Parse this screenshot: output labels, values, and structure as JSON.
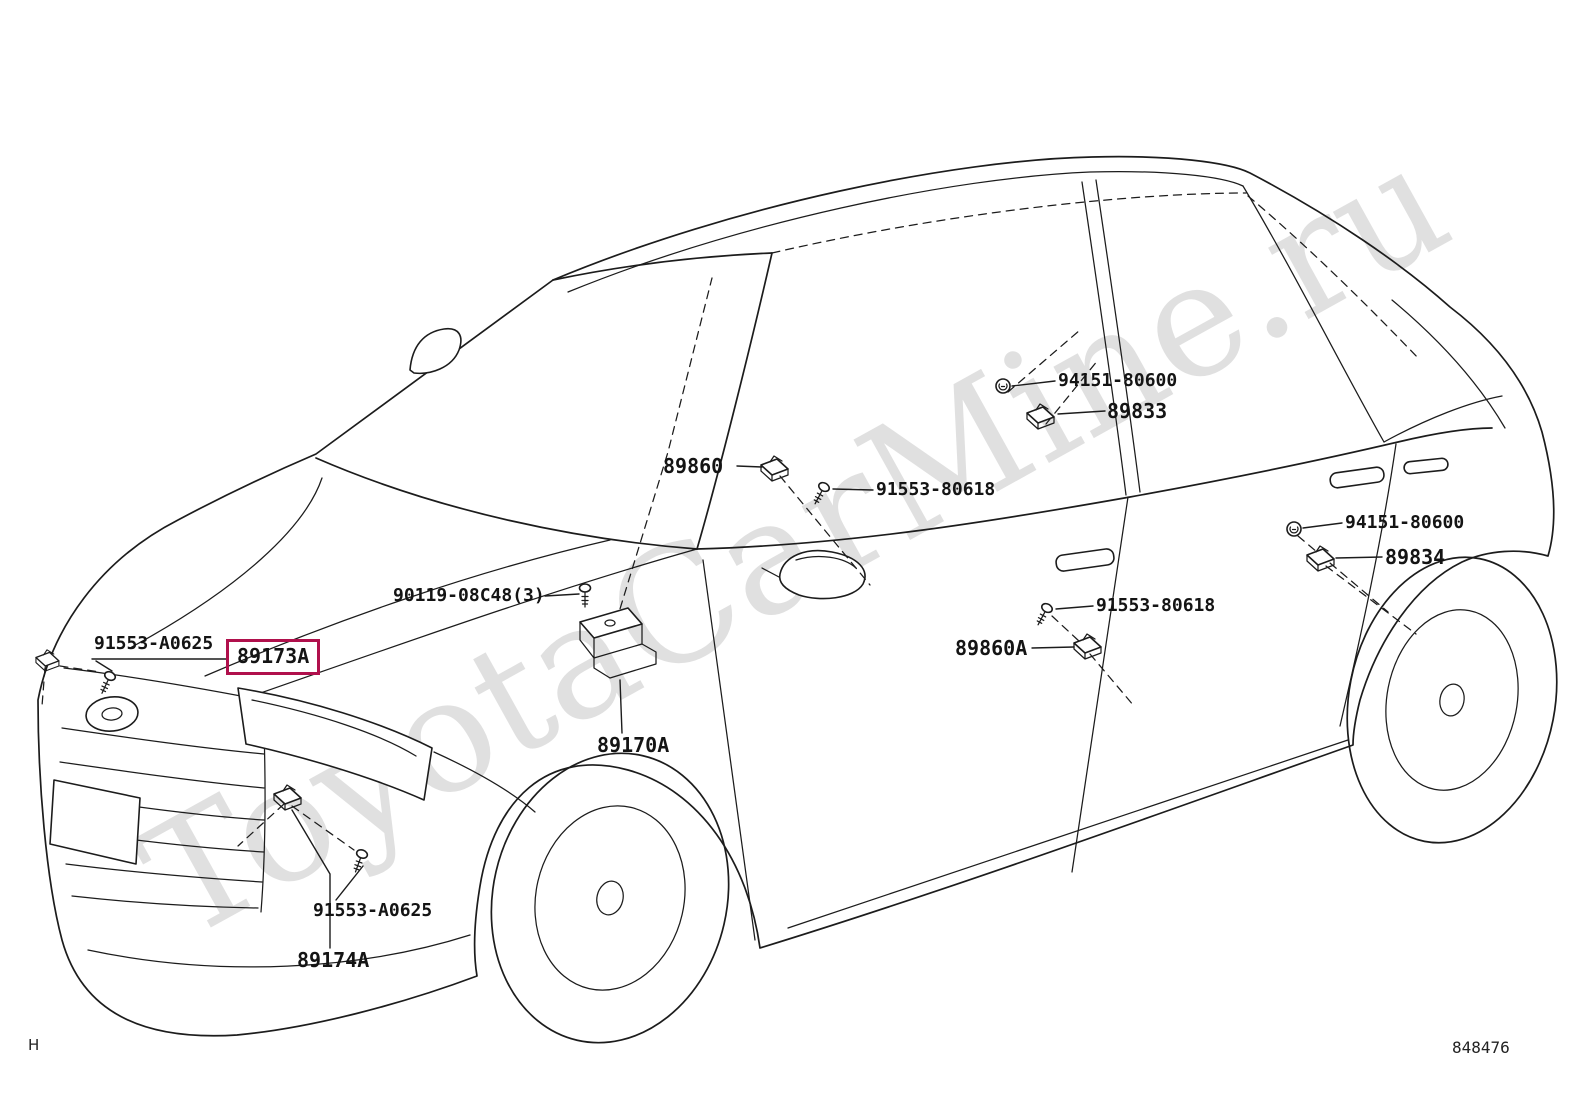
{
  "page": {
    "watermark": "ToyotaCarMine.ru",
    "corner_letter": "H",
    "figure_number": "848476",
    "background_color": "#ffffff",
    "line_color": "#1c1c1c",
    "highlight_color": "#b0104c"
  },
  "labels": {
    "clip_upper": "94151-80600",
    "sensor_89833": "89833",
    "sensor_89860": "89860",
    "screw_upper": "91553-80618",
    "clip_lower": "94151-80600",
    "sensor_89834": "89834",
    "bolt_center": "90119-08C48(3)",
    "screw_lower": "91553-80618",
    "sensor_89860a": "89860A",
    "screw_front_left": "91553-A0625",
    "sensor_89173a": "89173A",
    "sensor_89170a": "89170A",
    "screw_front_lower": "91553-A0625",
    "sensor_89174a": "89174A"
  }
}
